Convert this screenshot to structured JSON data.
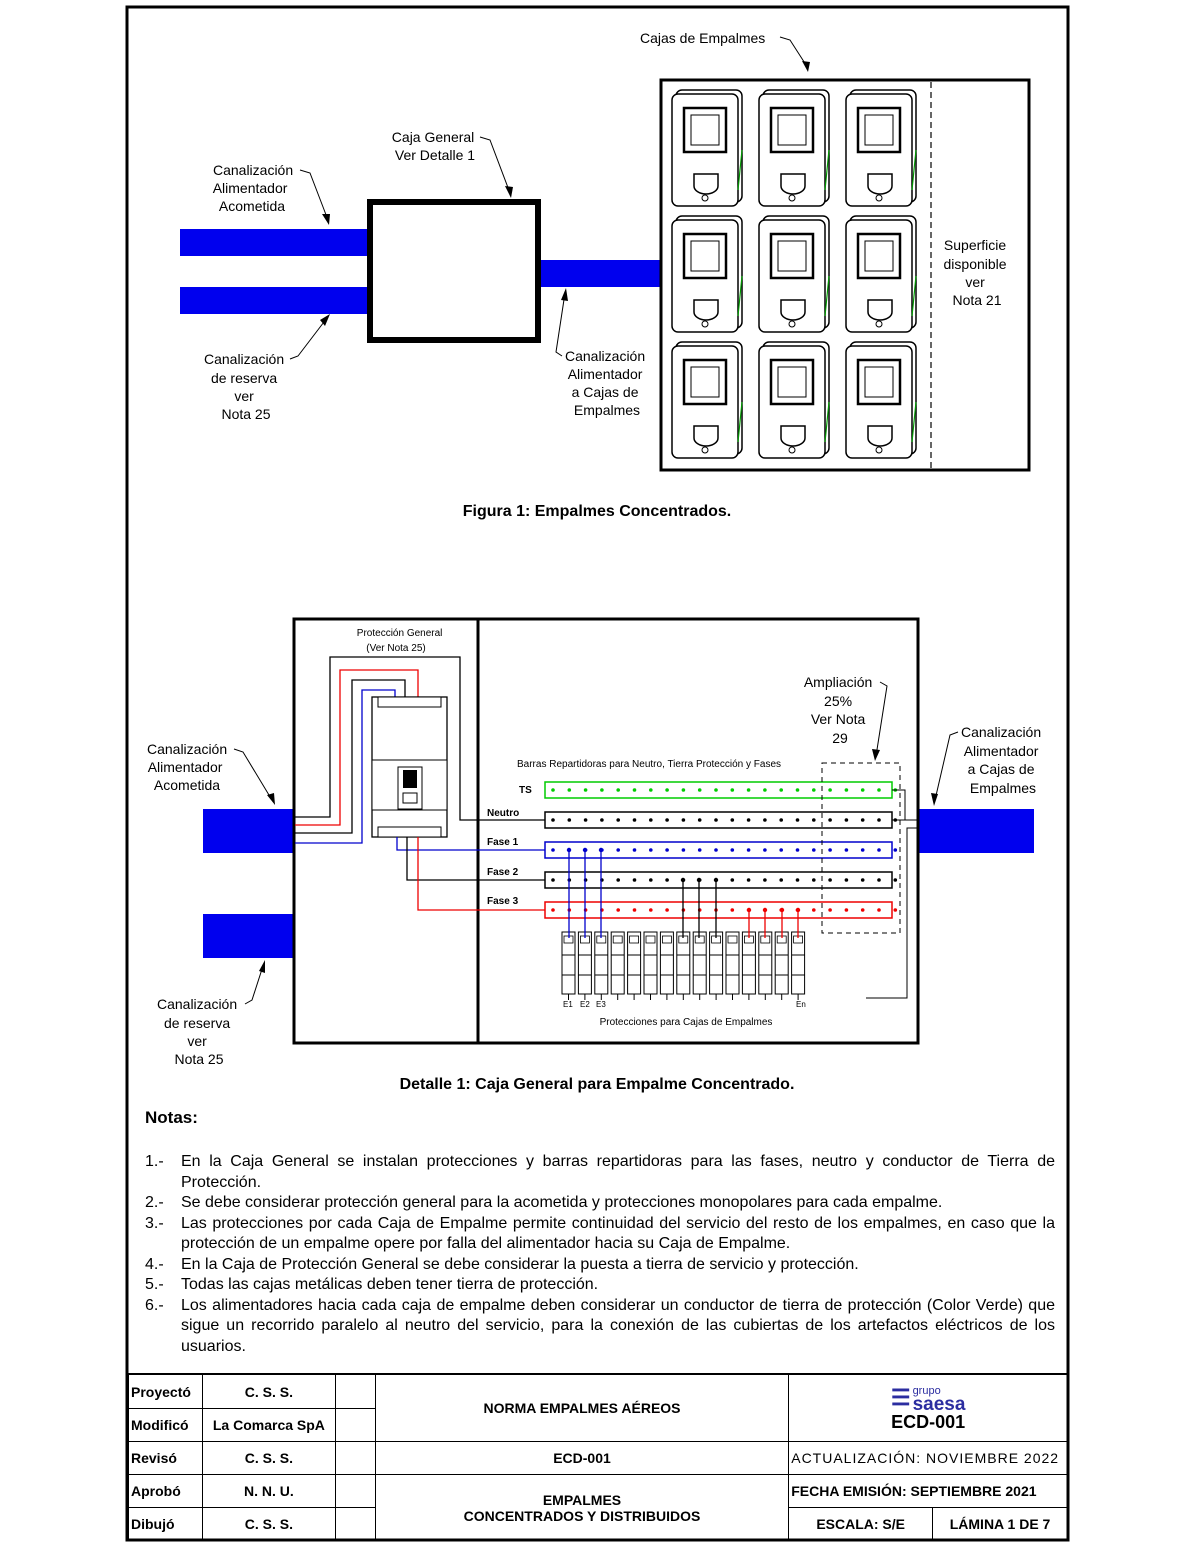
{
  "figure1": {
    "label_cajas": "Cajas de Empalmes",
    "label_caja_general": [
      "Caja General",
      "Ver Detalle 1"
    ],
    "label_canal_acometida": [
      "Canalización",
      "Alimentador",
      "Acometida"
    ],
    "label_canal_reserva": [
      "Canalización",
      "de reserva",
      "ver",
      "Nota 25"
    ],
    "label_canal_cajas": [
      "Canalización",
      "Alimentador",
      "a Cajas de",
      "Empalmes"
    ],
    "label_superficie": [
      "Superficie",
      "disponible",
      "ver",
      "Nota 21"
    ],
    "caption": "Figura 1: Empalmes Concentrados."
  },
  "detail1": {
    "label_proteccion": [
      "Protección General",
      "(Ver Nota 25)"
    ],
    "label_ampliacion": [
      "Ampliación",
      "25%",
      "Ver Nota",
      "29"
    ],
    "label_barras": "Barras Repartidoras para Neutro, Tierra Protección y Fases",
    "bars": [
      "TS",
      "Neutro",
      "Fase 1",
      "Fase 2",
      "Fase 3"
    ],
    "label_canal_acometida": [
      "Canalización",
      "Alimentador",
      "Acometida"
    ],
    "label_canal_reserva": [
      "Canalización",
      "de reserva",
      "ver",
      "Nota 25"
    ],
    "label_canal_cajas": [
      "Canalización",
      "Alimentador",
      "a Cajas de",
      "Empalmes"
    ],
    "breaker_labels": [
      "E1",
      "E2",
      "E3",
      "En"
    ],
    "label_protecciones": "Protecciones para Cajas de Empalmes",
    "caption": "Detalle 1: Caja General para Empalme Concentrado.",
    "colors": {
      "ts": "#00cc00",
      "neutro": "#000000",
      "fase1": "#0000cc",
      "fase2": "#000000",
      "fase3": "#ee0000",
      "duct": "#0000ee"
    }
  },
  "notes": {
    "title": "Notas:",
    "items": [
      {
        "num": "1.-",
        "text": "En la Caja General se instalan protecciones y barras repartidoras para las fases, neutro y conductor de Tierra de Protección."
      },
      {
        "num": "2.-",
        "text": "Se debe considerar protección general para la acometida y protecciones monopolares para cada empalme."
      },
      {
        "num": "3.-",
        "text": "Las protecciones por cada Caja de Empalme permite continuidad del servicio del resto de los empalmes, en caso que  la protección de un empalme opere por falla del alimentador hacia su Caja de Empalme."
      },
      {
        "num": "4.-",
        "text": "En la Caja de Protección General se debe considerar la puesta a tierra de servicio y protección."
      },
      {
        "num": "5.-",
        "text": "Todas las cajas metálicas deben tener tierra de protección."
      },
      {
        "num": "6.-",
        "text": "Los alimentadores hacia cada caja de empalme deben considerar un conductor de tierra de protección (Color Verde) que sigue un recorrido paralelo al neutro del servicio, para la conexión de las cubiertas de los artefactos eléctricos de los usuarios."
      }
    ]
  },
  "title_block": {
    "rows": [
      {
        "role": "Proyectó",
        "name": "C. S. S."
      },
      {
        "role": "Modificó",
        "name": "La Comarca SpA"
      },
      {
        "role": "Revisó",
        "name": "C. S. S."
      },
      {
        "role": "Aprobó",
        "name": "N. N. U."
      },
      {
        "role": "Dibujó",
        "name": "C. S. S."
      }
    ],
    "norma": "NORMA EMPALMES AÉREOS",
    "code_center": "ECD-001",
    "subject_1": "EMPALMES",
    "subject_2": "CONCENTRADOS Y DISTRIBUIDOS",
    "logo_group": "grupo",
    "logo_brand": "saesa",
    "code": "ECD-001",
    "actualizacion": "ACTUALIZACIÓN: NOVIEMBRE 2022",
    "fecha_emision": "FECHA EMISIÓN: SEPTIEMBRE 2021",
    "escala": "ESCALA: S/E",
    "lamina": "LÁMINA 1 DE 7"
  }
}
